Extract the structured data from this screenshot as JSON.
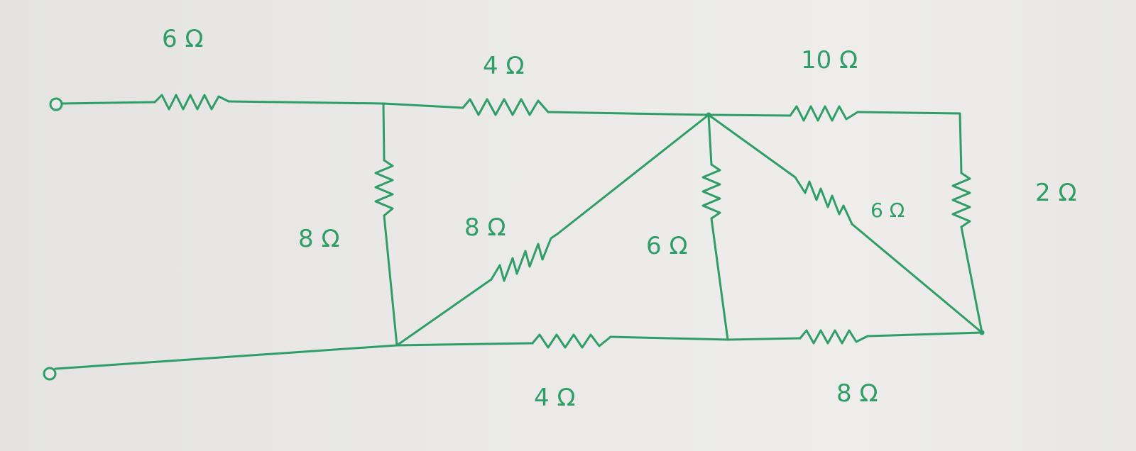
{
  "circuit": {
    "resistors": [
      {
        "id": "r-top-left",
        "label": "6 Ω"
      },
      {
        "id": "r-top-mid",
        "label": "4 Ω"
      },
      {
        "id": "r-top-right",
        "label": "10 Ω"
      },
      {
        "id": "r-vert-left",
        "label": "8 Ω"
      },
      {
        "id": "r-diag-left",
        "label": "8 Ω"
      },
      {
        "id": "r-vert-mid",
        "label": "6 Ω"
      },
      {
        "id": "r-diag-right",
        "label": "6 Ω"
      },
      {
        "id": "r-vert-right",
        "label": "2 Ω"
      },
      {
        "id": "r-bottom-mid",
        "label": "4 Ω"
      },
      {
        "id": "r-bottom-right",
        "label": "8 Ω"
      }
    ],
    "colors": {
      "ink": "#2f9d67",
      "paper": "#e9e8e6"
    }
  }
}
